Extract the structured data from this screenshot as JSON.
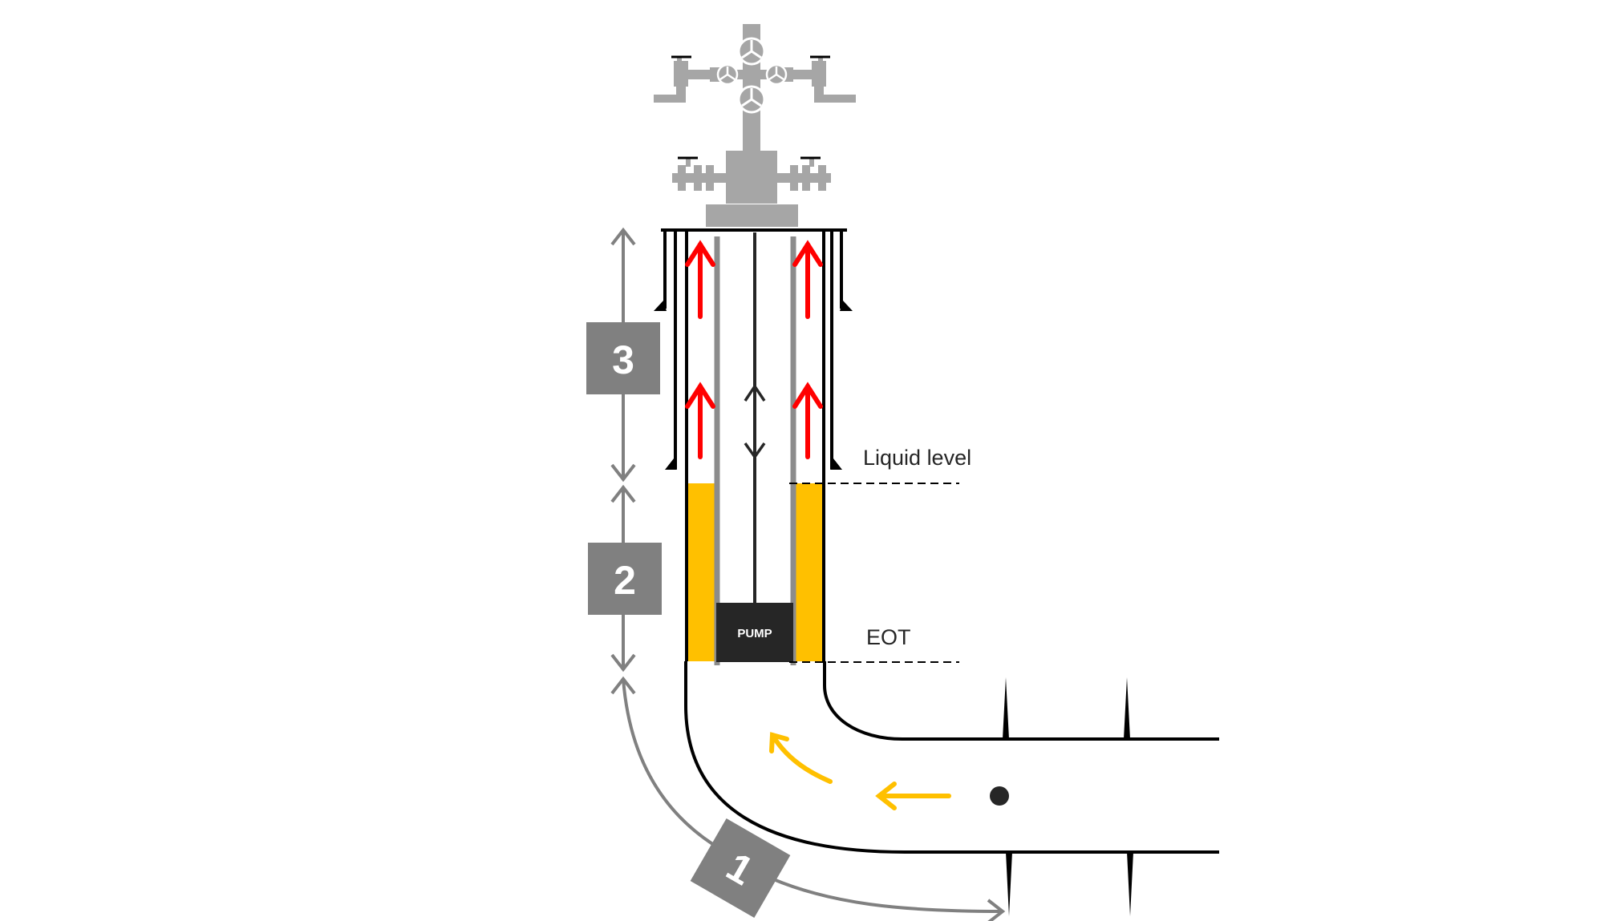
{
  "labels": {
    "liquid_level": "Liquid level",
    "eot": "EOT",
    "pump": "PUMP"
  },
  "zones": [
    {
      "number": "1"
    },
    {
      "number": "2"
    },
    {
      "number": "3"
    }
  ],
  "colors": {
    "background": "#ffffff",
    "wellhead": "#a6a6a6",
    "casing": "#000000",
    "tubing": "#8c8c8c",
    "liquid": "#ffc000",
    "gas_flow_arrow": "#ff0000",
    "reservoir_flow_arrow": "#ffc000",
    "rod_arrow": "#262626",
    "pump": "#262626",
    "zone_box": "#808080",
    "zone_text": "#ffffff",
    "dimension_arrow": "#808080"
  },
  "icons": [
    "valve-handwheel-icon",
    "gate-valve-icon",
    "perforation-spike-icon"
  ]
}
